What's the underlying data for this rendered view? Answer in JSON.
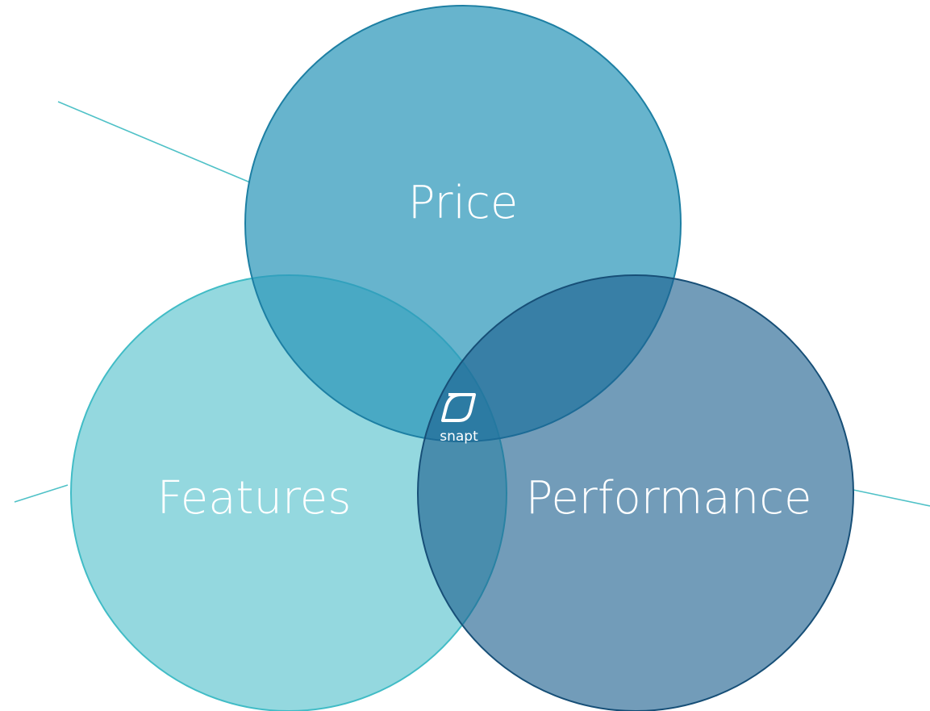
{
  "diagram": {
    "labels": {
      "price": "Price",
      "features": "Features",
      "performance": "Performance"
    },
    "logo": {
      "wordmark": "snapt",
      "icon": "snapt-logo-icon"
    }
  },
  "colors": {
    "background": "#ffffff",
    "price_fill": "#2d97ba",
    "price_stroke": "#1d7fa3",
    "features_fill": "#3cb8c5",
    "features_stroke": "#41bcc6",
    "performance_fill": "#1b5f8e",
    "performance_stroke": "#174f77",
    "connector_lines": "#4fc1c7",
    "label_text": "#ffffff"
  }
}
